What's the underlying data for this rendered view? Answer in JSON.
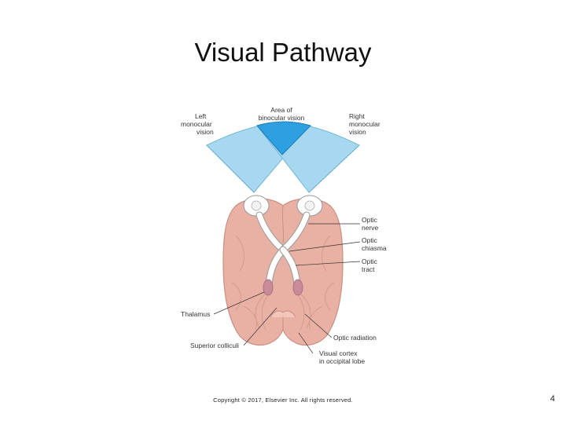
{
  "slide": {
    "title": "Visual Pathway",
    "copyright": "Copyright © 2017, Elsevier Inc. All rights reserved.",
    "page_number": "4"
  },
  "diagram": {
    "labels": {
      "area_binocular_1": "Area of",
      "area_binocular_2": "binocular vision",
      "left_mono_1": "Left",
      "left_mono_2": "monocular",
      "left_mono_3": "vision",
      "right_mono_1": "Right",
      "right_mono_2": "monocular",
      "right_mono_3": "vision",
      "optic_nerve_1": "Optic",
      "optic_nerve_2": "nerve",
      "optic_chiasma_1": "Optic",
      "optic_chiasma_2": "chiasma",
      "optic_tract_1": "Optic",
      "optic_tract_2": "tract",
      "thalamus": "Thalamus",
      "superior_colliculi": "Superior colliculi",
      "optic_radiation": "Optic radiation",
      "visual_cortex_1": "Visual cortex",
      "visual_cortex_2": "in occipital lobe"
    },
    "colors": {
      "field_light": "#a8d8f0",
      "field_dark": "#2e9fe0",
      "brain": "#e9b0a4",
      "brain_outline": "#c98f82",
      "pathway": "#ffffff",
      "thalamus": "#c98a9a"
    }
  }
}
